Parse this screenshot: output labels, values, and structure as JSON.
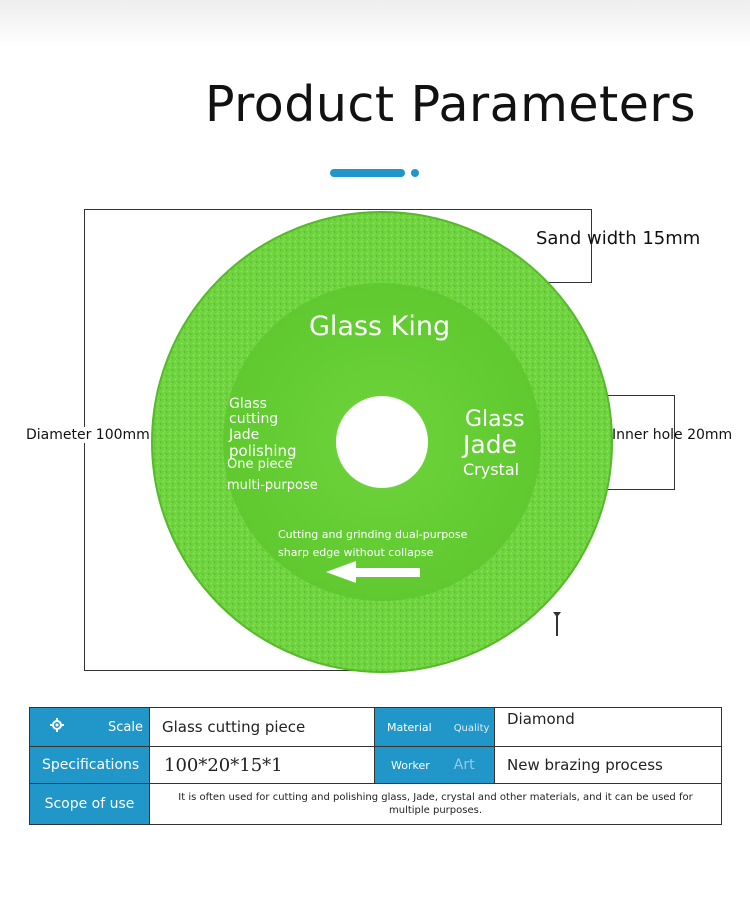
{
  "title": "Product Parameters",
  "colors": {
    "accent": "#2196c9",
    "disc_green": "#6fd340",
    "disc_edge": "#5cc32e"
  },
  "labels": {
    "sand_width": "Sand width 15mm",
    "diameter": "Diameter 100mm",
    "inner_hole": "Inner hole 20mm"
  },
  "disc": {
    "brand": "Glass King",
    "left_lines": [
      "Glass",
      "cutting",
      "Jade",
      "polishing",
      "One piece",
      "multi-purpose"
    ],
    "right_lines": [
      "Glass",
      "Jade",
      "Crystal"
    ],
    "bottom_lines": [
      "Cutting and grinding dual-purpose",
      "sharp edge without collapse"
    ],
    "arrow_icon": "left-arrow-icon"
  },
  "table": {
    "scale_label": "Scale",
    "scale_value": "Glass cutting piece",
    "material_label": "Material",
    "quality_label": "Quality",
    "material_value": "Diamond",
    "spec_label": "Specifications",
    "spec_value": "100*20*15*1",
    "worker_label": "Worker",
    "art_label": "Art",
    "worker_value": "New brazing process",
    "scope_label": "Scope of use",
    "scope_value": "It is often used for cutting and polishing glass, Jade, crystal and other materials, and it can be used for multiple purposes."
  }
}
